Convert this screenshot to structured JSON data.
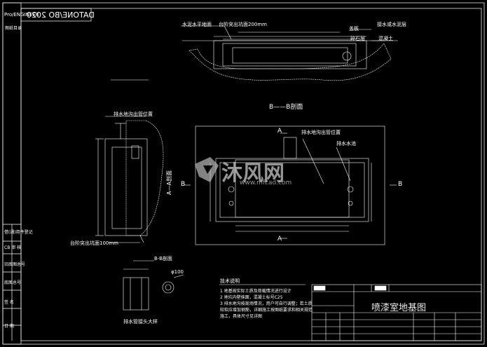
{
  "frame": {
    "mirrored_title": "DATONE/BO 2020",
    "software": "Pro/ENGINEER"
  },
  "left_column": {
    "top_label": "图纸目录",
    "items": [
      "借(通)用件登记",
      "CB 审 核",
      "旧底图总号",
      "底图总号",
      "签 名",
      "日 期"
    ]
  },
  "section_view": {
    "title": "B——B剖面",
    "label_left1": "水泥水平地面",
    "label_left2": "台阶突出坑面200mm",
    "label_right1": "盖板",
    "label_right2": "接水或水泥层",
    "label_right3": "混凝土",
    "label_right4": "碎石层"
  },
  "left_detail": {
    "label_top": "排水地沟出管位置",
    "label_bottom": "台阶突出坑面100mm"
  },
  "plan_view": {
    "label_a": "A",
    "label_b": "B",
    "label_aa": "A—A剖面",
    "label_drain": "排水地沟出管位置",
    "label_pit": "排水水池"
  },
  "small_detail": {
    "title": "排水管接头大样",
    "note1": "φ100",
    "note2": "B-B剖面"
  },
  "tech_notes": {
    "title": "技术说明",
    "lines": [
      "1  地基按实际土质及荷载情况进行设计",
      "2  地坑内壁抹面，混凝土标号C25",
      "3  排水地沟按现场情况，用户可自行调整；若土质",
      "较软应增加钢筋，详细施工按图纸要求和相关规范",
      "施工，具体尺寸见详图"
    ]
  },
  "title_block": {
    "title": "喷漆室地基图",
    "logo_cn": "沐风网",
    "logo_url": "www.mfcad.com"
  },
  "colors": {
    "background": "#000000",
    "lines": "#ffffff",
    "watermark": "#c9c9c9"
  }
}
